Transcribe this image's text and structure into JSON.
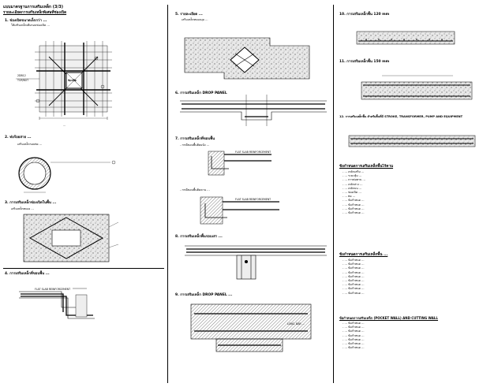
{
  "col1": {
    "title": "แบบมาตรฐานการเสริมเหล็ก (3/3)",
    "heading": "รายละเอียดการเสริมเหล็กพิเศษที่ช่องเปิด",
    "step1": "1. ช่องเปิดขนาดเล็กกว่า ...",
    "step1_note": "ให้เสริมเหล็กเพิ่มรอบช่องเปิด ...",
    "step1_label_a": "ช่องเปิด",
    "step2": "2. ท่อร้อยสาย ...",
    "step2_note": "เสริมเหล็กรอบท่อ ...",
    "step3": "3. การเสริมเหล็กช่องเปิดในพื้น ...",
    "step3_note": "เสริมเหล็กทแยง ...",
    "step4": "4. การเสริมเหล็กที่ขอบพื้น ...",
    "flat_slab": "FLAT SLAB REINFORCEMENT"
  },
  "col2": {
    "step5": "5. รายละเอียด ...",
    "step5_note": "เสริมเหล็กทแยงมุม ...",
    "step6": "6. การเสริมเหล็ก DROP PANEL",
    "step7": "7. การเสริมเหล็กที่ขอบพื้น",
    "step7_note_a": "- กรณีขอบพื้นติดผนัง ...",
    "step7_note_b": "- กรณีขอบพื้นติดคาน ...",
    "flat_slab": "FLAT SLAB REINFORCEMENT",
    "step8": "8. การเสริมเหล็กพื้นรอบเสา ...",
    "step9": "9. การเสริมเหล็ก DROP PANEL ...",
    "step9_note": "LONG. BAR ..."
  },
  "col3": {
    "step10": "10. การเสริมเหล็กพื้น 120 mm",
    "step11": "11. การเสริมเหล็กพื้น 150 mm",
    "step12": "12. การเสริมเหล็กพื้น สำหรับพื้นที่มี STROKE, TRANSFORMER, PUMP AND EQUIPMENT",
    "notes_heading1": "ข้อกำหนดการเสริมเหล็กพื้นไร้คาน",
    "notes1": [
      "- ... เหล็กเสริม ...",
      "- ... ระยะหุ้ม ...",
      "- ... การต่อทาบ ...",
      "- ... เหล็กล่าง ...",
      "- ... เหล็กบน ...",
      "- ... ช่องเปิด ...",
      "- ... ท่อ ...",
      "- ... ข้อกำหนด ...",
      "- ... ข้อกำหนด ...",
      "- ... ข้อกำหนด ...",
      "- ... ข้อกำหนด ..."
    ],
    "notes_heading2": "ข้อกำหนดการเสริมเหล็กพื้น ...",
    "notes2": [
      "- ... ข้อกำหนด ...",
      "- ... ข้อกำหนด ...",
      "- ... ข้อกำหนด ...",
      "- ... ข้อกำหนด ...",
      "- ... ข้อกำหนด ...",
      "- ... ข้อกำหนด ...",
      "- ... ข้อกำหนด ...",
      "- ... ข้อกำหนด ...",
      "- ... ข้อกำหนด ..."
    ],
    "notes_heading3": "ข้อกำหนดการเสริมเหล็ก (POCKET WALL) AND CUTTING WALL",
    "notes3": [
      "- ... ข้อกำหนด ...",
      "- ... ข้อกำหนด ...",
      "- ... ข้อกำหนด ...",
      "- ... ข้อกำหนด ...",
      "- ... ข้อกำหนด ...",
      "- ... ข้อกำหนด ...",
      "- ... ข้อกำหนด ..."
    ]
  }
}
